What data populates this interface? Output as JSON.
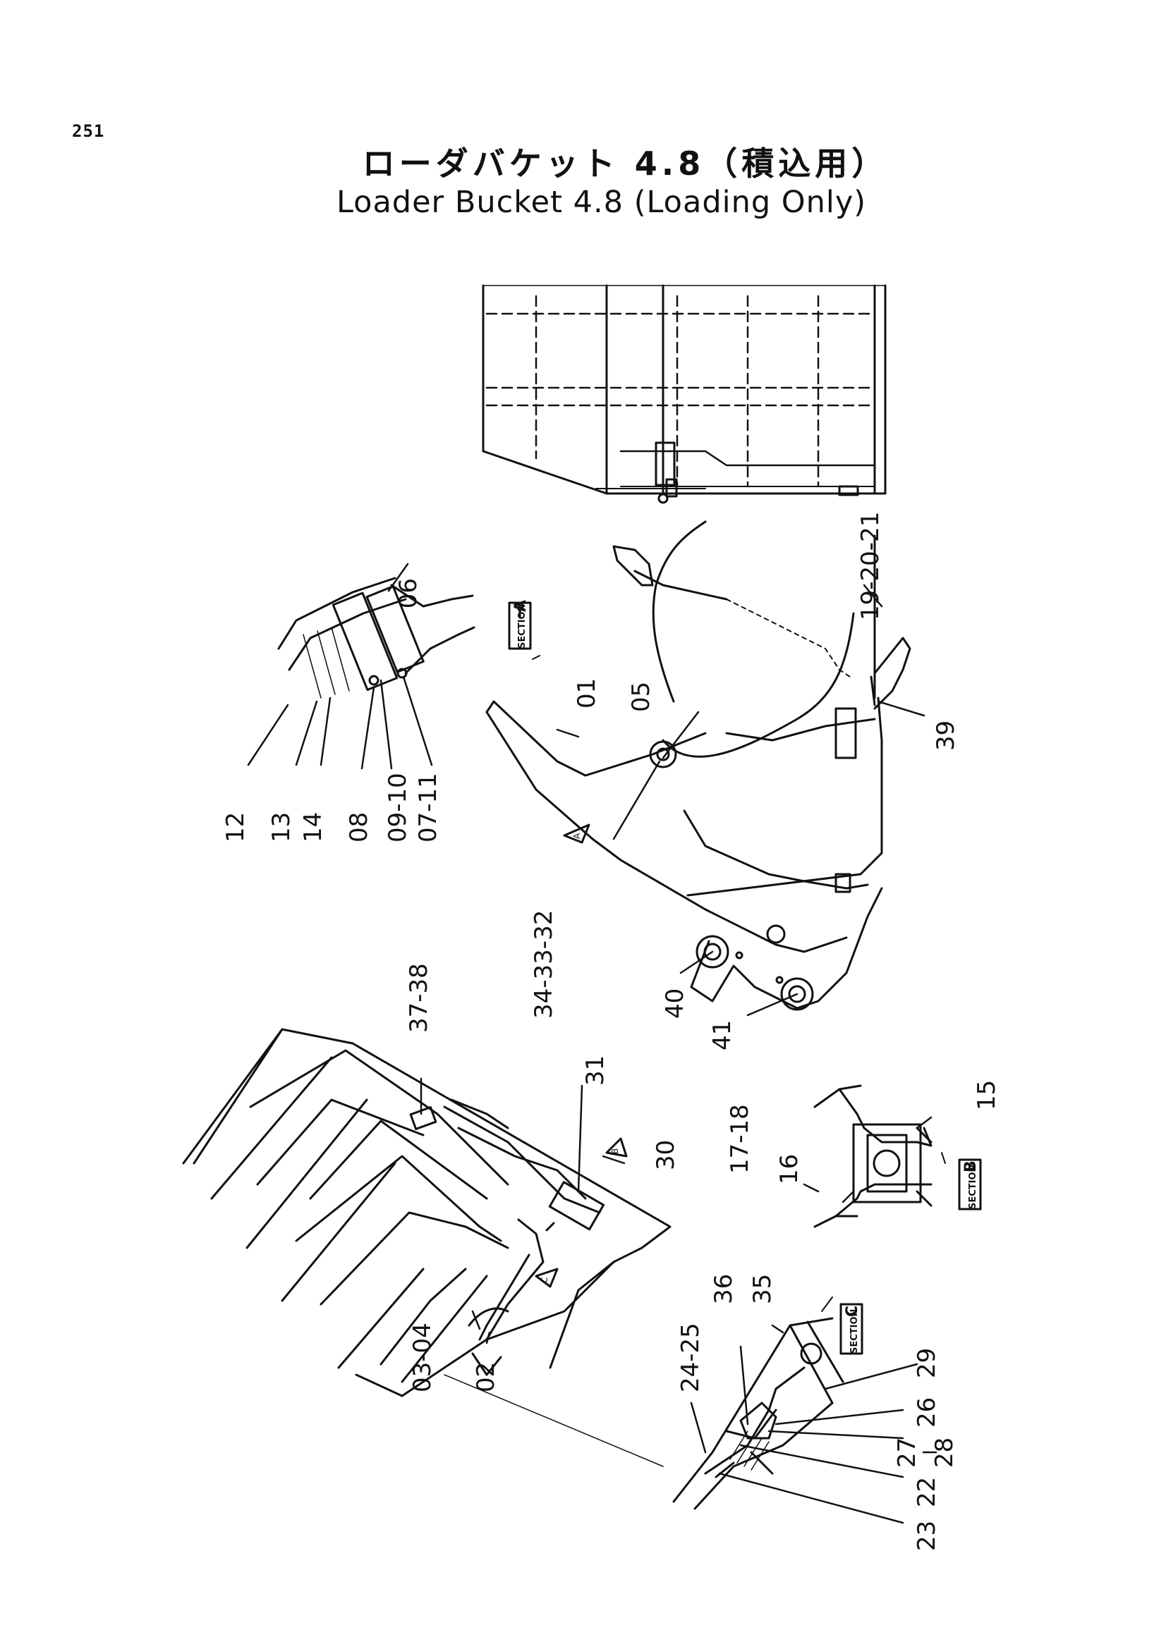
{
  "page_number": "251",
  "title_ja": "ローダバケット 4.8（積込用）",
  "title_en": "Loader Bucket 4.8 (Loading Only)",
  "section_labels": {
    "A": "A",
    "B": "B",
    "C": "C",
    "tag": "SECTION"
  },
  "view_markers": [
    "A",
    "B",
    "C"
  ],
  "callouts": [
    "06",
    "12",
    "13",
    "14",
    "08",
    "09-10",
    "07-11",
    "01",
    "05",
    "19-20-21",
    "39",
    "34-33-32",
    "40",
    "41",
    "37-38",
    "31",
    "30",
    "03-04",
    "02",
    "17-18",
    "16",
    "15",
    "36",
    "35",
    "24-25",
    "29",
    "26",
    "27",
    "28",
    "22",
    "23"
  ]
}
